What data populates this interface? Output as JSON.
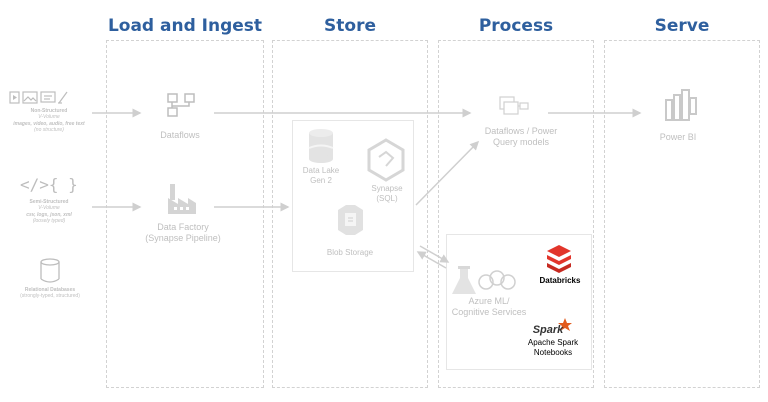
{
  "stages": {
    "load": "Load and Ingest",
    "store": "Store",
    "process": "Process",
    "serve": "Serve"
  },
  "sources": {
    "non_structured": {
      "title": "Non-Structured",
      "volume": "V-Volume",
      "desc": "images, video, audio, free text",
      "note": "(no structure)"
    },
    "semi_structured": {
      "title": "Semi-Structured",
      "volume": "V-Volume",
      "desc": "csv, logs, json, xml",
      "note": "(loosely typed)"
    },
    "relational": {
      "title": "Relational Databases",
      "desc": "(strongly-typed, structured)"
    }
  },
  "nodes": {
    "dataflows": "Dataflows",
    "data_factory_line1": "Data Factory",
    "data_factory_line2": "(Synapse Pipeline)",
    "data_lake_line1": "Data Lake",
    "data_lake_line2": "Gen 2",
    "synapse_line1": "Synapse",
    "synapse_line2": "(SQL)",
    "blob_storage": "Blob Storage",
    "dataflows_pq_line1": "Dataflows / Power",
    "dataflows_pq_line2": "Query models",
    "azure_ml_line1": "Azure ML/",
    "azure_ml_line2": "Cognitive Services",
    "databricks": "Databricks",
    "spark_logo": "Spark",
    "spark_line1": "Apache Spark",
    "spark_line2": "Notebooks",
    "power_bi": "Power BI"
  },
  "colors": {
    "stage_title": "#2e5f9e",
    "faded": "#c4c4c4",
    "databricks_red": "#e2352b",
    "spark_orange": "#e25a1c"
  }
}
